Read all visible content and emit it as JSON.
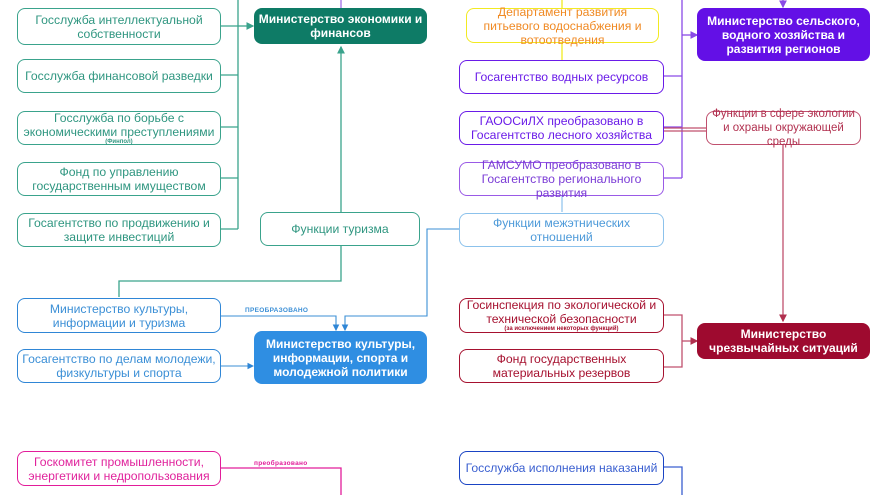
{
  "colors": {
    "teal": "#0e7b66",
    "blue": "#2f8ee2",
    "light_blue": "#8cc2ec",
    "yellow": "#f2ea22",
    "orange_text": "#f08a24",
    "violet": "#6310e6",
    "rose": "#c0506e",
    "crimson": "#9e0a2f",
    "pink": "#e21d9a",
    "navy": "#1a44c4"
  },
  "left_column": {
    "ip_service": "Госслужба интеллектуальной собственности",
    "fin_intel": "Госслужба финансовой разведки",
    "econ_crime": "Госслужба по борьбе с экономическими преступлениями",
    "econ_crime_note": "(Финпол)",
    "state_property_fund": "Фонд по управлению государственным имуществом",
    "investment_agency": "Госагентство по продвижению и защите инвестиций",
    "culture_ministry_old": "Министерство культуры, информации и туризма",
    "youth_agency": "Госагентство по делам молодежи, физкультуры и спорта",
    "industry_committee": "Госкомитет промышленности, энергетики и недропользования"
  },
  "center_column": {
    "economy_ministry": "Министерство экономики и финансов",
    "tourism_functions": "Функции туризма",
    "culture_ministry_new": "Министерство культуры, информации, спорта и молодежной политики"
  },
  "right_column": {
    "water_dept": "Департамент развития питьевого водоснабжения и вотоотведения",
    "water_agency": "Госагентство водных ресурсов",
    "forest_agency": "ГАООСиЛХ преобразовано в Госагентство лесного хозяйства",
    "regional_agency": "ГАМСУМО преобразовано в Госагентство регионального развития",
    "interethnic_functions": "Функции межэтнических отношений",
    "eco_inspection": "Госинспекция по экологической и технической безопасности",
    "eco_inspection_note": "(за исключением некоторых функций)",
    "reserves_fund": "Фонд государственных материальных резервов",
    "penal_service": "Госслужба исполнения наказаний"
  },
  "far_right_column": {
    "agriculture_ministry": "Министерство сельского, водного хозяйства и развития регионов",
    "ecology_functions": "Функции в сфере экологии и охраны окружающей среды",
    "emergency_ministry": "Министерство чрезвычайных ситуаций"
  },
  "edge_labels": {
    "transformed_upper": "ПРЕОБРАЗОВАНО",
    "transformed_lower": "преобразовано"
  }
}
